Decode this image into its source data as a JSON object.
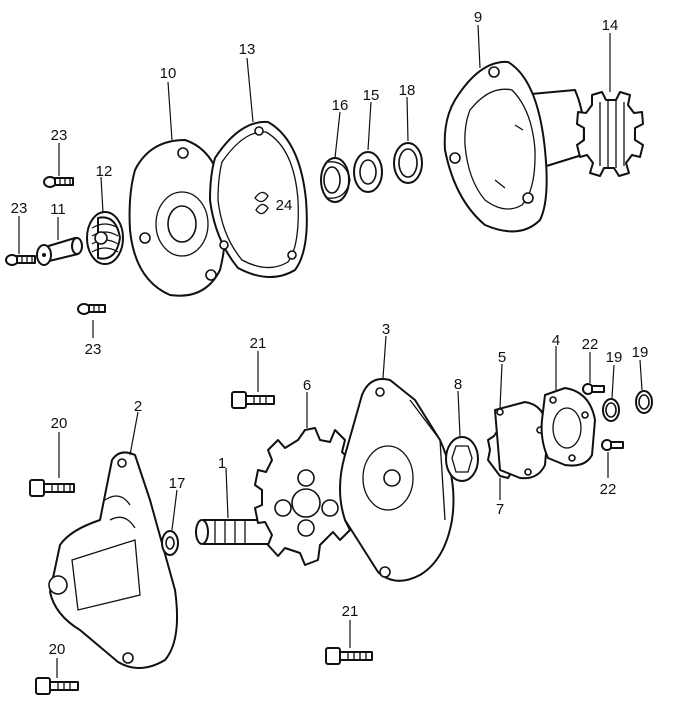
{
  "labels": [
    {
      "name": "part-number-label-1",
      "text": "1"
    },
    {
      "name": "part-number-label-2",
      "text": "2"
    },
    {
      "name": "part-number-label-3",
      "text": "3"
    },
    {
      "name": "part-number-label-4",
      "text": "4"
    },
    {
      "name": "part-number-label-5",
      "text": "5"
    },
    {
      "name": "part-number-label-6",
      "text": "6"
    },
    {
      "name": "part-number-label-7",
      "text": "7"
    },
    {
      "name": "part-number-label-8",
      "text": "8"
    },
    {
      "name": "part-number-label-9",
      "text": "9"
    },
    {
      "name": "part-number-label-10",
      "text": "10"
    },
    {
      "name": "part-number-label-11",
      "text": "11"
    },
    {
      "name": "part-number-label-12",
      "text": "12"
    },
    {
      "name": "part-number-label-13",
      "text": "13"
    },
    {
      "name": "part-number-label-14",
      "text": "14"
    },
    {
      "name": "part-number-label-15",
      "text": "15"
    },
    {
      "name": "part-number-label-16",
      "text": "16"
    },
    {
      "name": "part-number-label-17",
      "text": "17"
    },
    {
      "name": "part-number-label-18",
      "text": "18"
    },
    {
      "name": "part-number-label-19a",
      "text": "19"
    },
    {
      "name": "part-number-label-19b",
      "text": "19"
    },
    {
      "name": "part-number-label-20a",
      "text": "20"
    },
    {
      "name": "part-number-label-20b",
      "text": "20"
    },
    {
      "name": "part-number-label-21a",
      "text": "21"
    },
    {
      "name": "part-number-label-21b",
      "text": "21"
    },
    {
      "name": "part-number-label-22a",
      "text": "22"
    },
    {
      "name": "part-number-label-22b",
      "text": "22"
    },
    {
      "name": "part-number-label-23a",
      "text": "23"
    },
    {
      "name": "part-number-label-23b",
      "text": "23"
    },
    {
      "name": "part-number-label-23c",
      "text": "23"
    },
    {
      "name": "part-number-label-24",
      "text": "24"
    }
  ]
}
